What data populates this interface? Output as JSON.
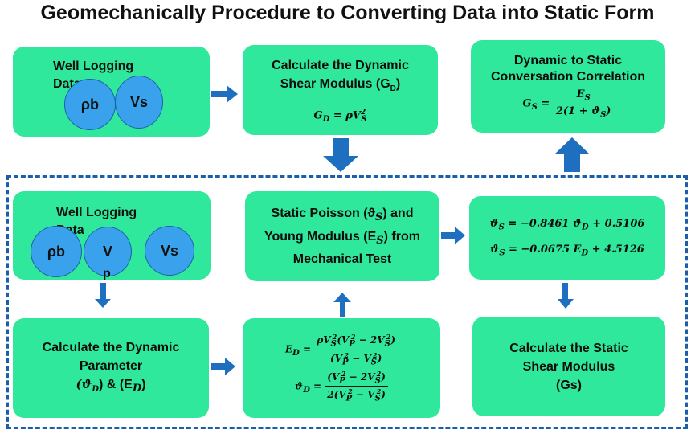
{
  "title": "Geomechanically Procedure to Converting Data into Static Form",
  "boxes": {
    "well_top": {
      "label": "Well Logging Data",
      "circles": [
        "ρb",
        "Vs"
      ]
    },
    "dyn_shear": {
      "line1": "Calculate the Dynamic",
      "line2": "Shear Modulus (G",
      "sub": "D",
      "close": ")",
      "eq_lhs": "G",
      "eq_lhs_sub": "D",
      "eq_rhs": "= ρV",
      "eq_rhs_sub": "S",
      "eq_rhs_sup": "2"
    },
    "dyn_static": {
      "line1": "Dynamic to Static",
      "line2": "Conversation Correlation",
      "eq_lhs": "G",
      "eq_lhs_sub": "S",
      "eq_num": "E",
      "eq_num_sub": "S",
      "eq_den": "2(1 + ϑ",
      "eq_den_sub": "S",
      "eq_den_close": ")"
    },
    "well_mid": {
      "label": "Well Logging Data",
      "circles": [
        "ρb",
        "V",
        "Vs"
      ],
      "circle_tail": "p"
    },
    "static_poisson": {
      "line1": "Static Poisson (ϑ",
      "line1_sub": "S",
      "line1_close": ") and",
      "line2": "Young Modulus (E",
      "line2_sub": "S",
      "line2_close": ") from",
      "line3": "Mechanical Test"
    },
    "correlations": {
      "eq1": "ϑ",
      "eq1_sub": "S",
      "eq1_rhs": "= −0.8461 ϑ",
      "eq1_rhs_sub": "D",
      "eq1_tail": "+ 0.5106",
      "eq2": "ϑ",
      "eq2_sub": "S",
      "eq2_rhs": "= −0.0675 E",
      "eq2_rhs_sub": "D",
      "eq2_tail": "+ 4.5126"
    },
    "dyn_param": {
      "line1": "Calculate the Dynamic",
      "line2": "Parameter",
      "line3a": "(ϑ",
      "line3a_sub": "D",
      "line3b": ") & (E",
      "line3b_sub": "D",
      "line3c": ")"
    },
    "equations": {
      "e_lhs": "E",
      "e_lhs_sub": "D",
      "e_num": "ρV²(V² − 2V²)",
      "e_num_text": "ρV",
      "e_den": "(V² − V²)",
      "v_lhs": "ϑ",
      "v_lhs_sub": "D"
    },
    "static_shear": {
      "line1": "Calculate the Static",
      "line2": "Shear Modulus",
      "line3": "(Gs)"
    }
  },
  "colors": {
    "box": "#2fe89b",
    "circle": "#3aa1ec",
    "arrow": "#1f6fc0",
    "dash": "#1b5eaa"
  }
}
